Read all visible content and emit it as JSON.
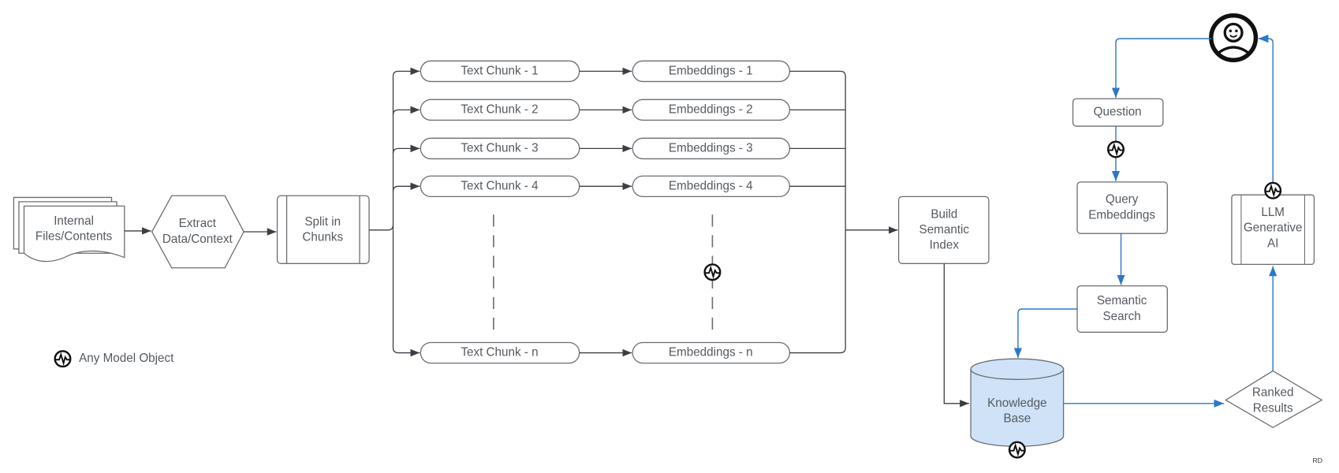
{
  "ingest": {
    "files": [
      "Internal",
      "Files/Contents"
    ],
    "extract": [
      "Extract",
      "Data/Context"
    ],
    "split": [
      "Split in",
      "Chunks"
    ]
  },
  "chunks": [
    "Text Chunk - 1",
    "Text Chunk - 2",
    "Text Chunk - 3",
    "Text Chunk - 4",
    "Text Chunk - n"
  ],
  "embeddings": [
    "Embeddings - 1",
    "Embeddings - 2",
    "Embeddings - 3",
    "Embeddings - 4",
    "Embeddings - n"
  ],
  "index": [
    "Build",
    "Semantic",
    "Index"
  ],
  "knowledge_base": [
    "Knowledge",
    "Base"
  ],
  "question": "Question",
  "query_embeddings": [
    "Query",
    "Embeddings"
  ],
  "semantic_search": [
    "Semantic",
    "Search"
  ],
  "ranked_results": [
    "Ranked",
    "Results"
  ],
  "llm": [
    "LLM",
    "Generative",
    "AI"
  ],
  "legend": {
    "model_object": "Any Model Object"
  },
  "signature": "RD",
  "colors": {
    "flow_blue": "#2a78c8",
    "kb_fill": "#cfe2f8"
  }
}
